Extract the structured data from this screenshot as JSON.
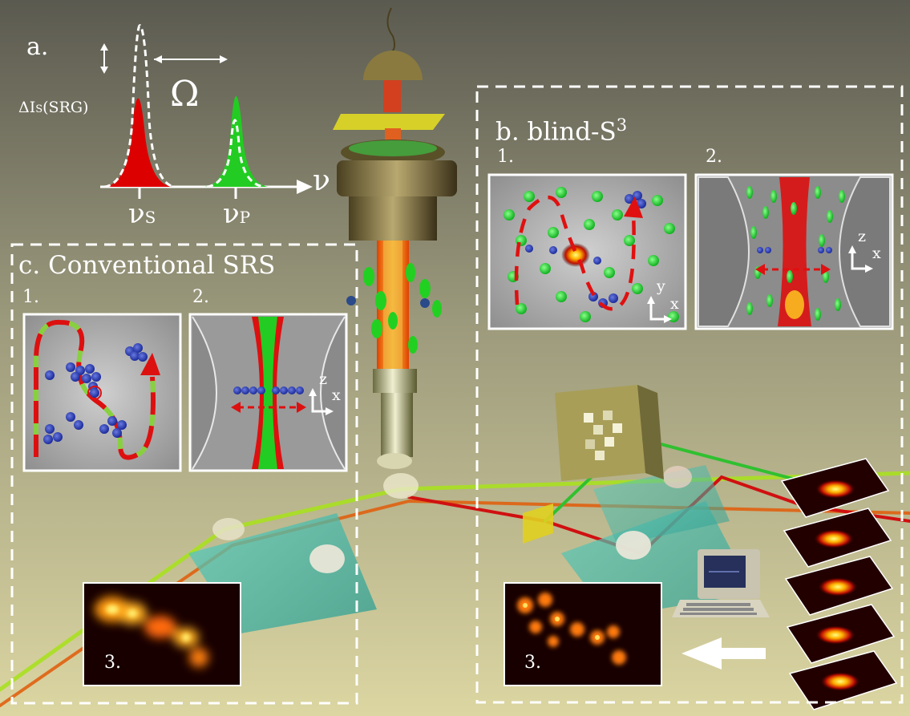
{
  "panel_a": {
    "label": "a.",
    "delta_label": "ΔI",
    "delta_sub": "S",
    "delta_suffix": "(SRG)",
    "omega": "Ω",
    "nu": "ν",
    "nu_s": "ν",
    "nu_s_sub": "S",
    "nu_p": "ν",
    "nu_p_sub": "P",
    "colors": {
      "stokes": "#dd0000",
      "pump": "#22cc22"
    }
  },
  "panel_b": {
    "title": "b. blind-S",
    "title_sup": "3",
    "sub1": "1.",
    "sub2": "2.",
    "sub3": "3.",
    "axes1": {
      "a": "y",
      "b": "x"
    },
    "axes2": {
      "a": "z",
      "b": "x"
    }
  },
  "panel_c": {
    "title": "c. Conventional SRS",
    "sub1": "1.",
    "sub2": "2.",
    "sub3": "3.",
    "axes2": {
      "a": "z",
      "b": "x"
    }
  },
  "icons": [
    "microscope-objective-icon",
    "computer-icon",
    "arrow-left-icon",
    "beam-splitter-icon",
    "image-stack-icon"
  ]
}
